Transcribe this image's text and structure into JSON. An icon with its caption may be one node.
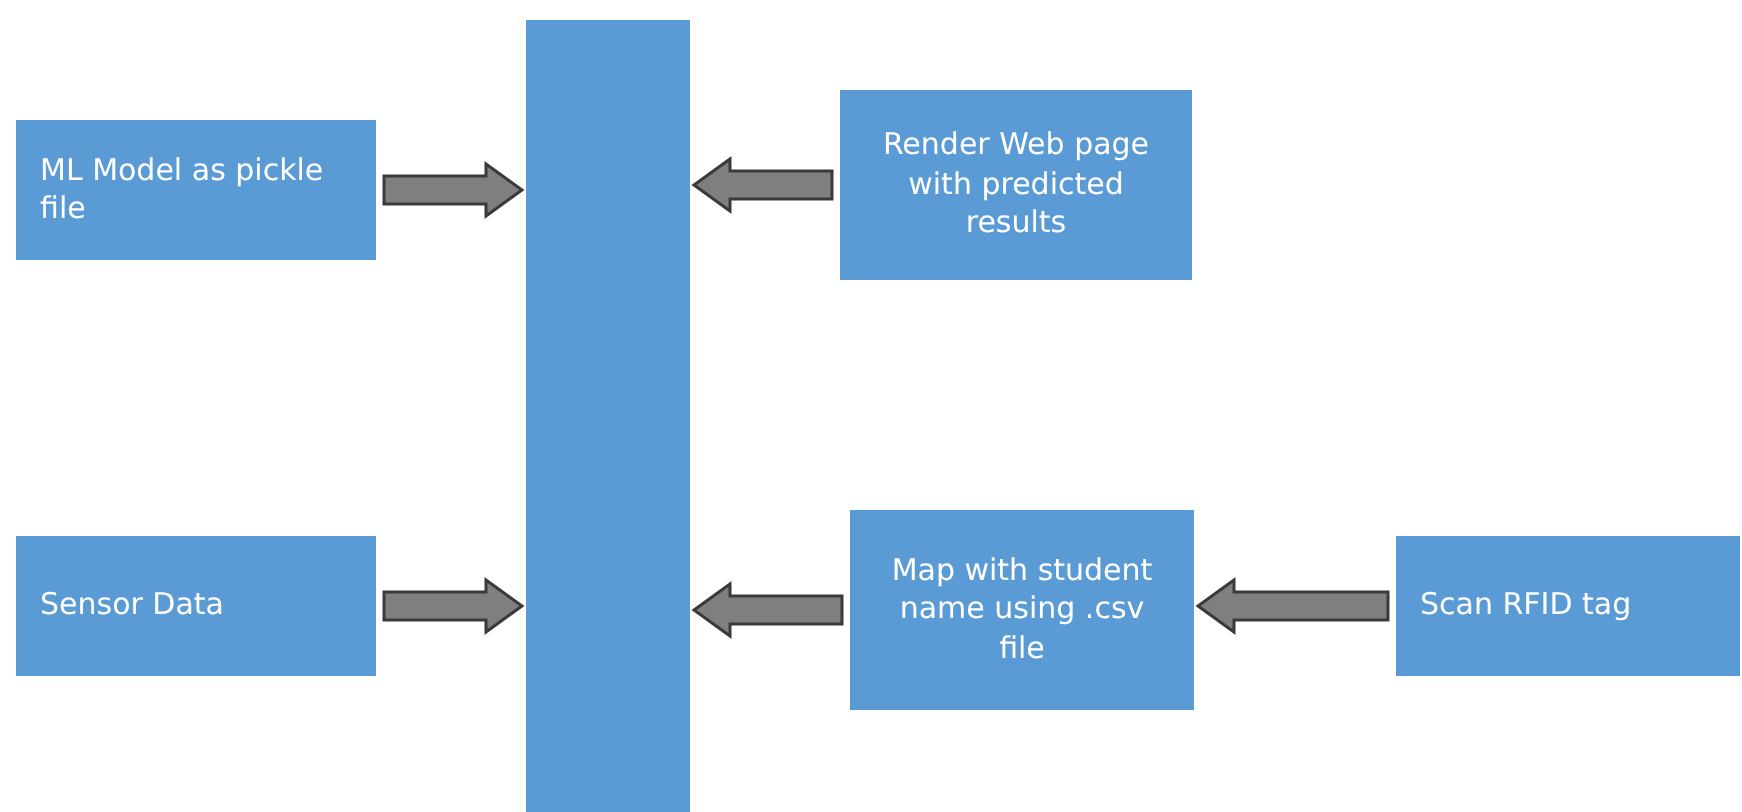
{
  "diagram": {
    "nodes": [
      {
        "text": [
          "ML Model as pickle file"
        ]
      },
      {
        "text": [],
        "shape": "bar"
      },
      {
        "text": [
          "Render Web page with predicted results"
        ]
      },
      {
        "text": [
          "Sensor Data"
        ]
      },
      {
        "text": [
          "Map with student name using .csv file"
        ]
      },
      {
        "text": [
          "Scan RFID tag"
        ]
      }
    ],
    "edges": [
      {
        "from": 0,
        "to": 1,
        "arrow": "to"
      },
      {
        "from": 2,
        "to": 1,
        "arrow": "to"
      },
      {
        "from": 3,
        "to": 1,
        "arrow": "to"
      },
      {
        "from": 4,
        "to": 1,
        "arrow": "to"
      },
      {
        "from": 5,
        "to": 4,
        "arrow": "to"
      }
    ]
  }
}
